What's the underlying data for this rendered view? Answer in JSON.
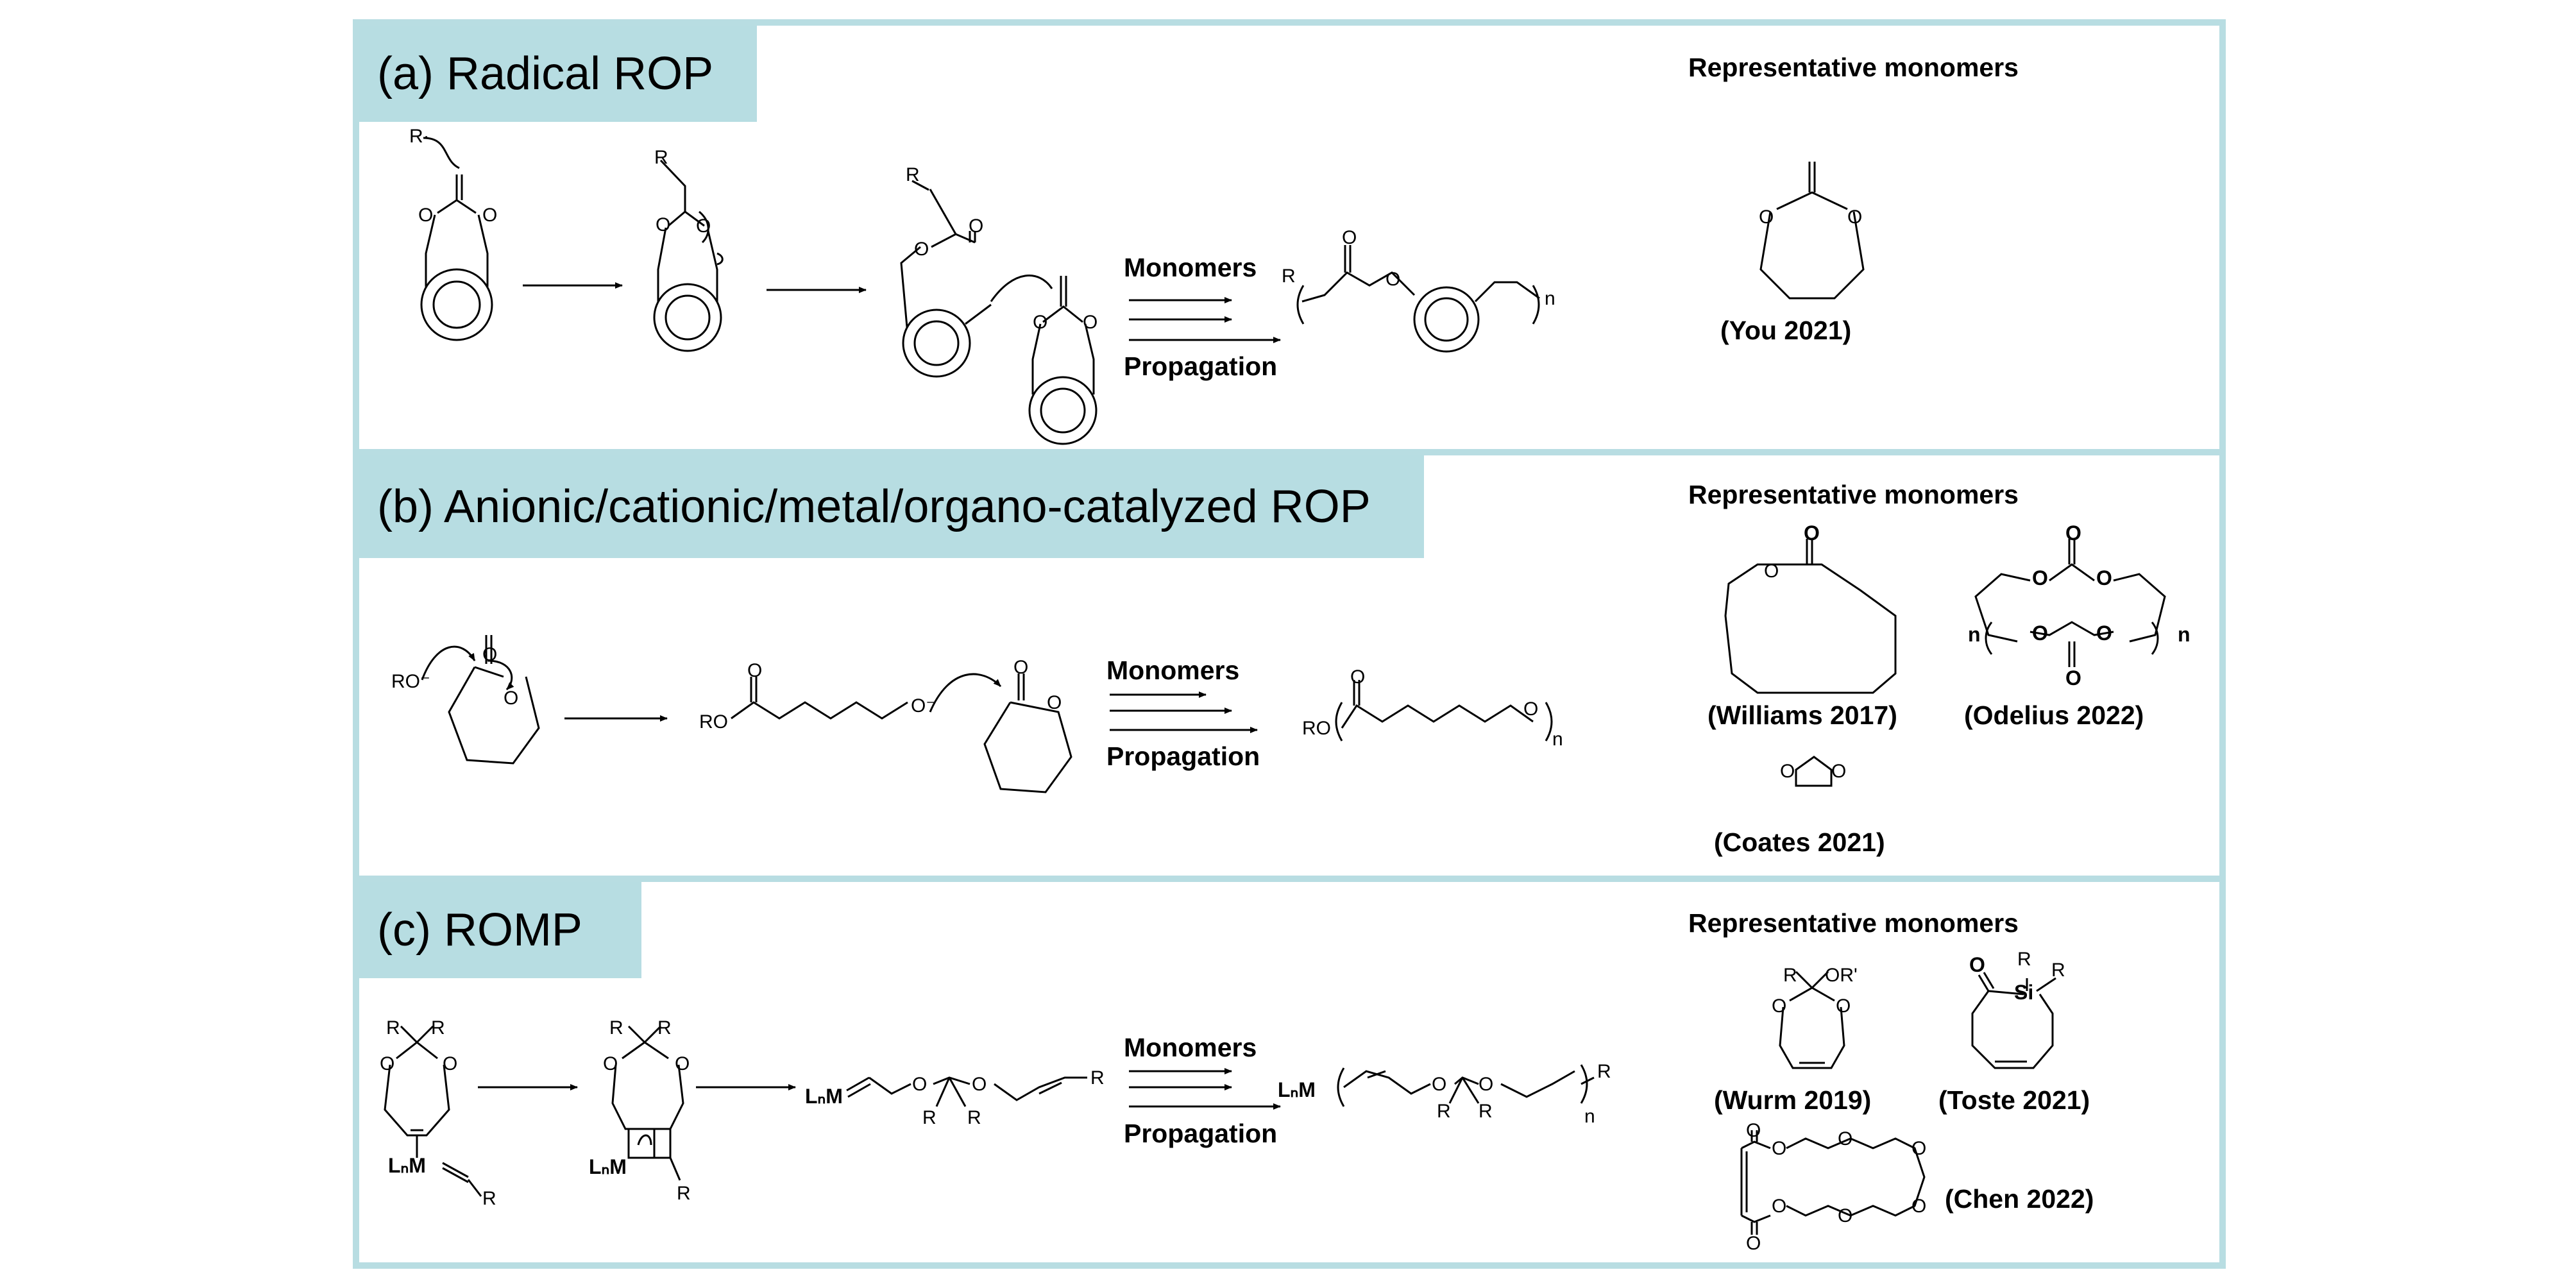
{
  "panels": [
    {
      "label": "(a) Radical ROP",
      "rep_title": "Representative monomers",
      "monomers": [
        {
          "citation": "(You 2021)"
        }
      ]
    },
    {
      "label": "(b) Anionic/cationic/metal/organo-catalyzed ROP",
      "rep_title": "Representative monomers",
      "monomers": [
        {
          "citation": "(Williams 2017)"
        },
        {
          "citation": "(Odelius 2022)"
        },
        {
          "citation": "(Coates 2021)"
        }
      ]
    },
    {
      "label": "(c) ROMP",
      "rep_title": "Representative monomers",
      "monomers": [
        {
          "citation": "(Wurm 2019)"
        },
        {
          "citation": "(Toste 2021)"
        },
        {
          "citation": "(Chen 2022)"
        }
      ]
    }
  ],
  "arrows": {
    "top": "Monomers",
    "bottom": "Propagation"
  },
  "atoms": {
    "R": "R",
    "O": "O",
    "n": "n",
    "RO": "RO",
    "RO_minus": "RO⁻",
    "O_minus": "O⁻",
    "OR_prime": "OR'",
    "Si": "Si",
    "LnM": "LₙM",
    "R_radical": "R·"
  },
  "colors": {
    "panel_tab": "#b7dde2",
    "frame": "#b8dde2"
  }
}
